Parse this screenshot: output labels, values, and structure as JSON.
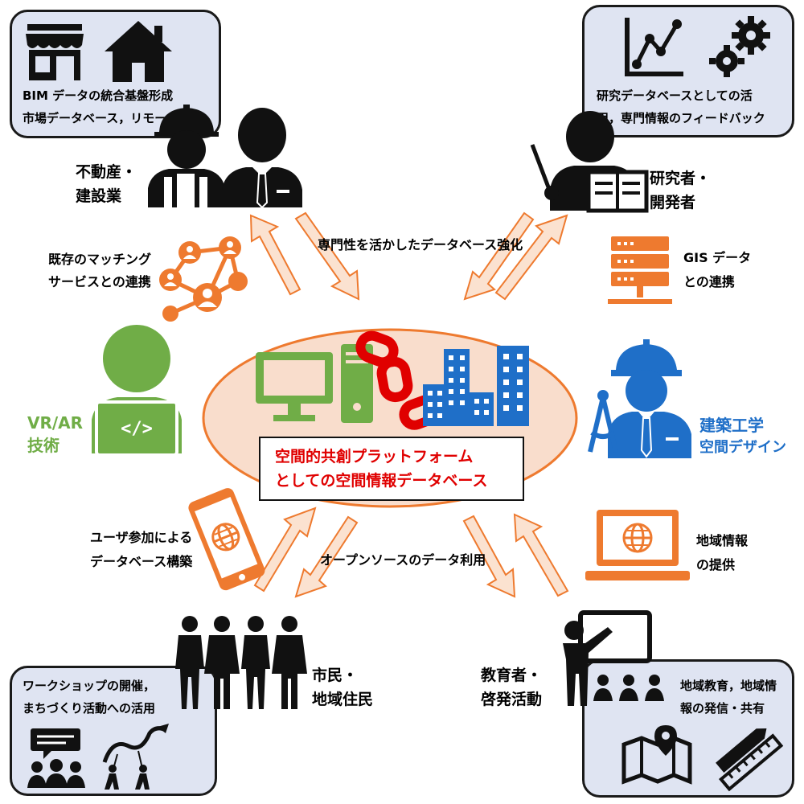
{
  "center": {
    "line1": "空間的共創プラットフォーム",
    "line2": "としての空間情報データベース"
  },
  "arrows": {
    "top_label": "専門性を活かしたデータベース強化",
    "bottom_label": "オープンソースのデータ利用"
  },
  "corners": {
    "top_left": {
      "line1": "BIM データの統合基盤形成",
      "line2": "市場データベース，リモート査定"
    },
    "top_right": {
      "line1": "研究データベースとしての活",
      "line2": "用，専門情報のフィードバック"
    },
    "bottom_left": {
      "line1": "ワークショップの開催，",
      "line2": "まちづくり活動への活用"
    },
    "bottom_right": {
      "line1": "地域教育，地域情",
      "line2": "報の発信・共有"
    }
  },
  "actors": {
    "real_estate": {
      "line1": "不動産・",
      "line2": "建設業"
    },
    "researcher": {
      "line1": "研究者・",
      "line2": "開発者"
    },
    "citizens": {
      "line1": "市民・",
      "line2": "地域住民"
    },
    "educator": {
      "line1": "教育者・",
      "line2": "啓発活動"
    }
  },
  "features": {
    "matching": {
      "line1": "既存のマッチング",
      "line2": "サービスとの連携"
    },
    "gis": {
      "line1": "GIS データ",
      "line2": "との連携"
    },
    "vrar": {
      "line1": "VR/AR",
      "line2": "技術"
    },
    "architecture": {
      "line1": "建築工学",
      "line2": "空間デザイン"
    },
    "user_db": {
      "line1": "ユーザ参加による",
      "line2": "データベース構築"
    },
    "regional": {
      "line1": "地域情報",
      "line2": "の提供"
    }
  },
  "colors": {
    "orange": "#ee7a2f",
    "green": "#70ad47",
    "blue": "#1f6fc8",
    "red": "#e00000",
    "box_fill": "#dfe4f2",
    "ellipse_fill": "#f9ddcc"
  },
  "icons": {
    "store": "store-icon",
    "house": "house-icon",
    "chart": "line-chart-icon",
    "gears": "gears-icon",
    "network": "network-icon",
    "server": "server-icon",
    "developer": "developer-icon",
    "engineer": "engineer-icon",
    "phone": "smartphone-icon",
    "laptop": "laptop-icon",
    "monitor": "monitor-icon",
    "chain": "chain-icon",
    "buildings": "buildings-icon"
  }
}
